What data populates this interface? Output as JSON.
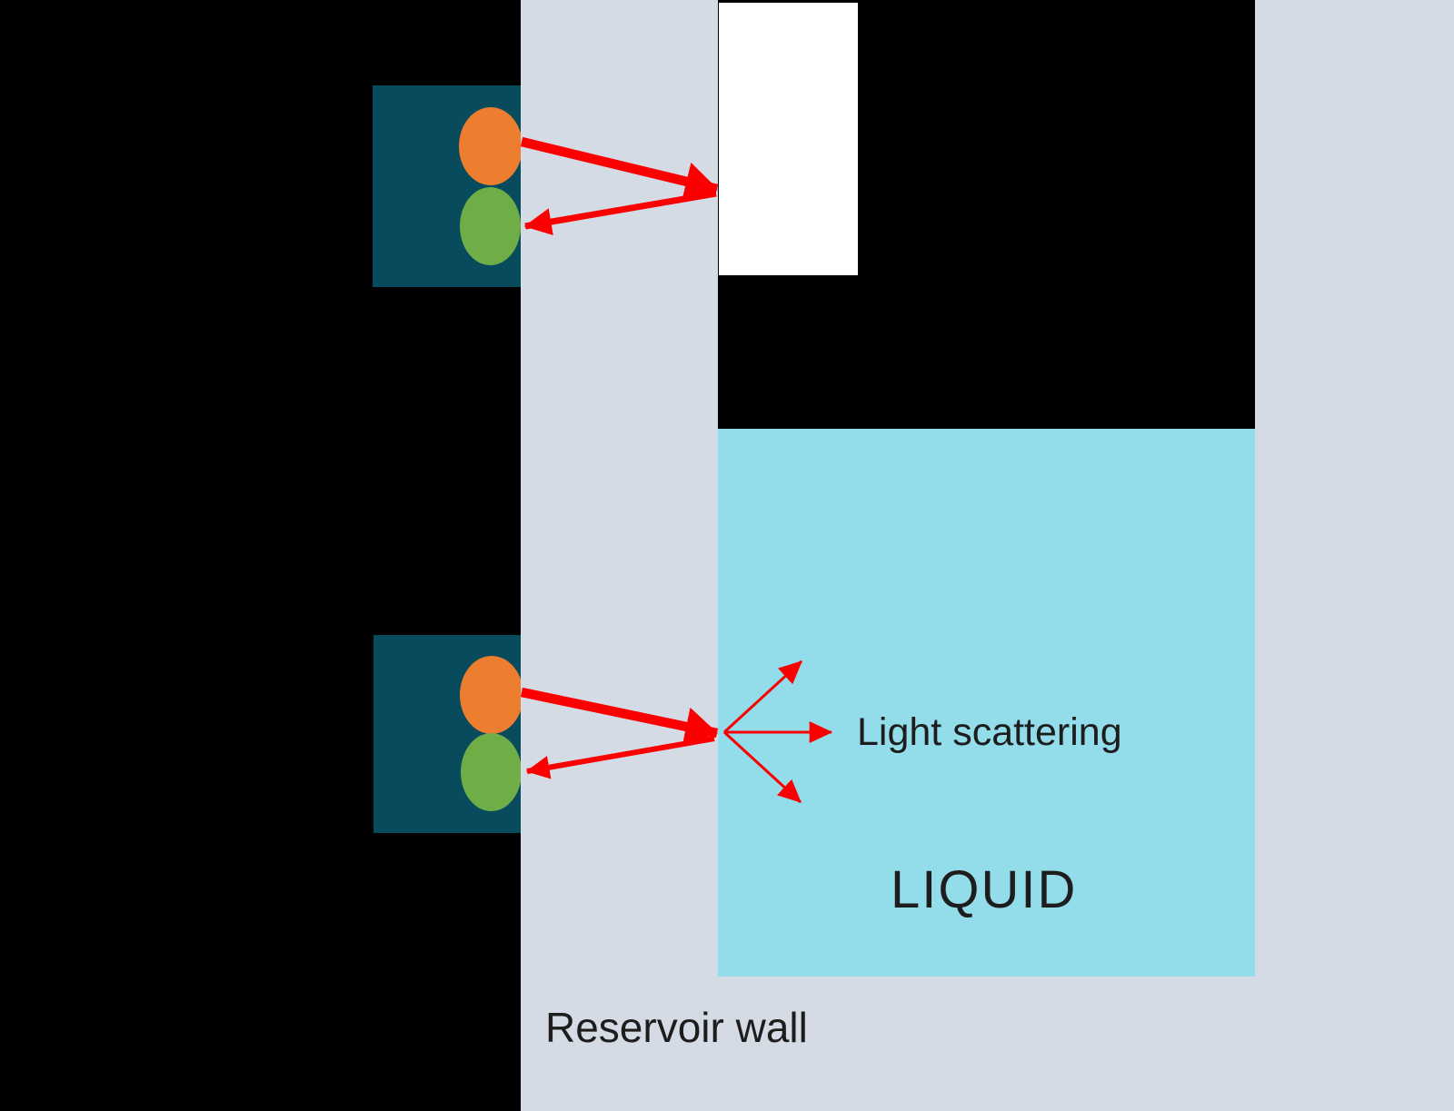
{
  "scene": {
    "labels": {
      "liquid": "LIQUID",
      "light_scattering": "Light scattering",
      "reservoir_wall": "Reservoir wall"
    },
    "colors": {
      "background": "#000000",
      "reservoir_wall": "#D5DBE4",
      "liquid": "#93DCEA",
      "sensor_body": "#084B5C",
      "emitter": "#ED7D2F",
      "detector": "#6FAD47",
      "light_ray": "#FA0000",
      "empty_air_region": "#FFFFFF",
      "label_text": "#1D1D1D"
    }
  }
}
